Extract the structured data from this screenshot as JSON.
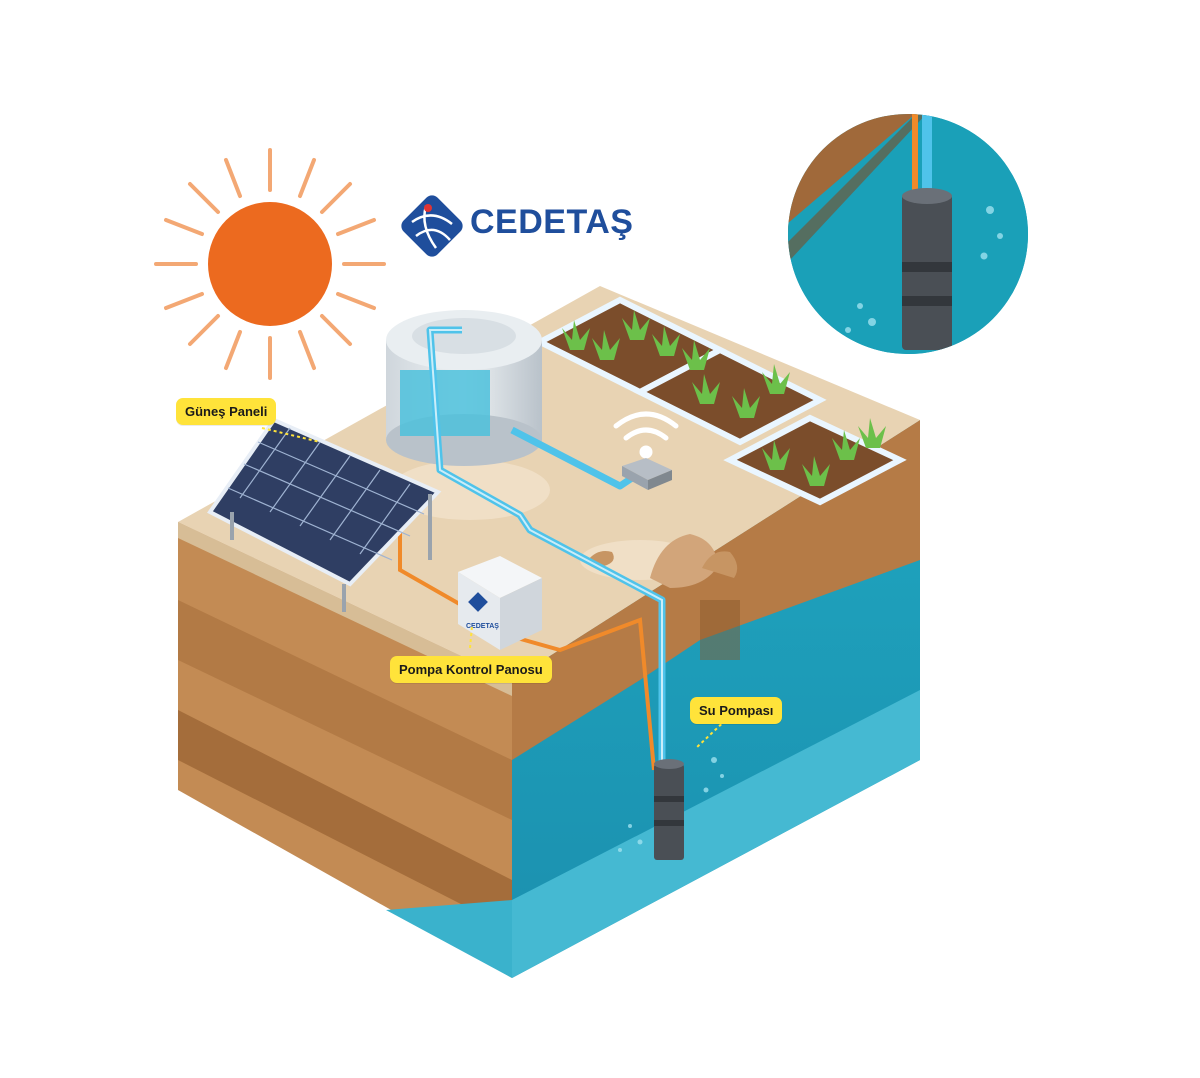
{
  "brand": {
    "name": "CEDETAŞ",
    "color": "#1f4e9c"
  },
  "cabinet_brand": "CEDETAŞ",
  "labels": {
    "solar_panel": "Güneş Paneli",
    "control_panel": "Pompa Kontrol Panosu",
    "water_pump": "Su Pompası"
  },
  "colors": {
    "sun": "#ec6a1f",
    "water": "#1aa0b8",
    "soil": "#c9935a",
    "ground_top": "#e8d3b3",
    "label_bg": "#ffe33a",
    "pipe": "#4fc3ea",
    "cable": "#f08a2a"
  },
  "icons": [
    "sun-icon",
    "wifi-icon",
    "logo-icon"
  ]
}
